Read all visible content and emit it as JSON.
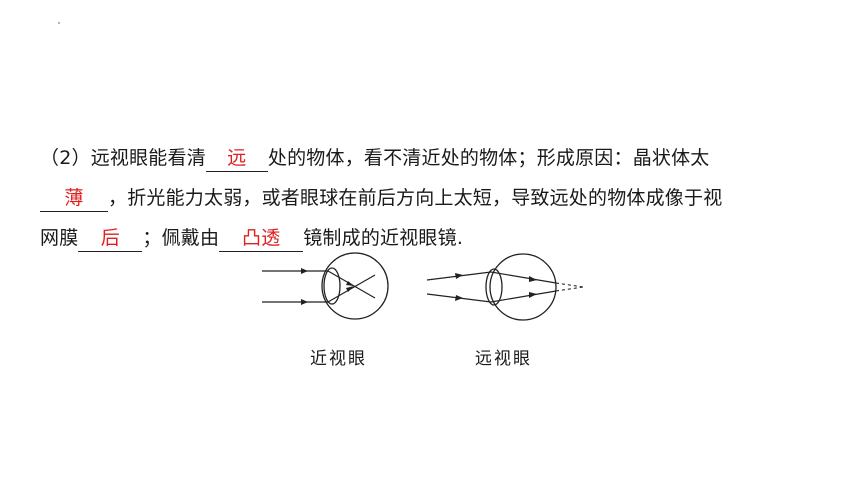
{
  "paragraph": {
    "line1": {
      "prefix": "（2）远视眼能看清",
      "blank": "远",
      "suffix": "处的物体，看不清近处的物体；形成原因：晶状体太"
    },
    "line2": {
      "blank": "薄",
      "suffix": "，折光能力太弱，或者眼球在前后方向上太短，导致远处的物体成像于视"
    },
    "line3": {
      "prefix": "网膜",
      "blank1": "后",
      "middle": "；佩戴由",
      "blank2": "凸透",
      "suffix": "镜制成的近视眼镜."
    }
  },
  "figures": {
    "myopia_caption": "近视眼",
    "hyperopia_caption": "远视眼"
  },
  "colors": {
    "answer": "#e02020",
    "text": "#1a1a1a"
  }
}
